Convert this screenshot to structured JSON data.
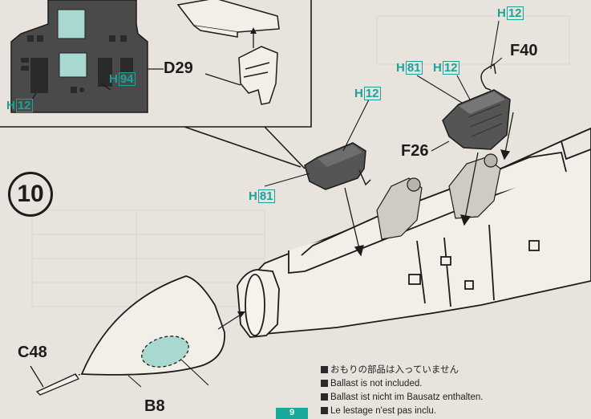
{
  "step": {
    "number": "10"
  },
  "labels": {
    "d29": "D29",
    "f40": "F40",
    "f26": "F26",
    "c48": "C48",
    "b8": "B8"
  },
  "color_codes": [
    {
      "prefix": "H",
      "num": "12"
    },
    {
      "prefix": "H",
      "num": "94"
    },
    {
      "prefix": "H",
      "num": "12"
    },
    {
      "prefix": "H",
      "num": "81"
    },
    {
      "prefix": "H",
      "num": "12"
    },
    {
      "prefix": "H",
      "num": "12"
    },
    {
      "prefix": "H",
      "num": "81"
    }
  ],
  "notes": [
    "おもりの部品は入っていません",
    "Ballast is not included.",
    "Ballast ist nicht im Bausatz enthalten.",
    "Le lestage n'est pas inclu."
  ],
  "page": {
    "number": "9"
  },
  "colors": {
    "accent": "#1aa39a",
    "ink": "#1c1c1c",
    "paper": "#e8e4dd",
    "parts_gray": "#5a5a5a"
  }
}
